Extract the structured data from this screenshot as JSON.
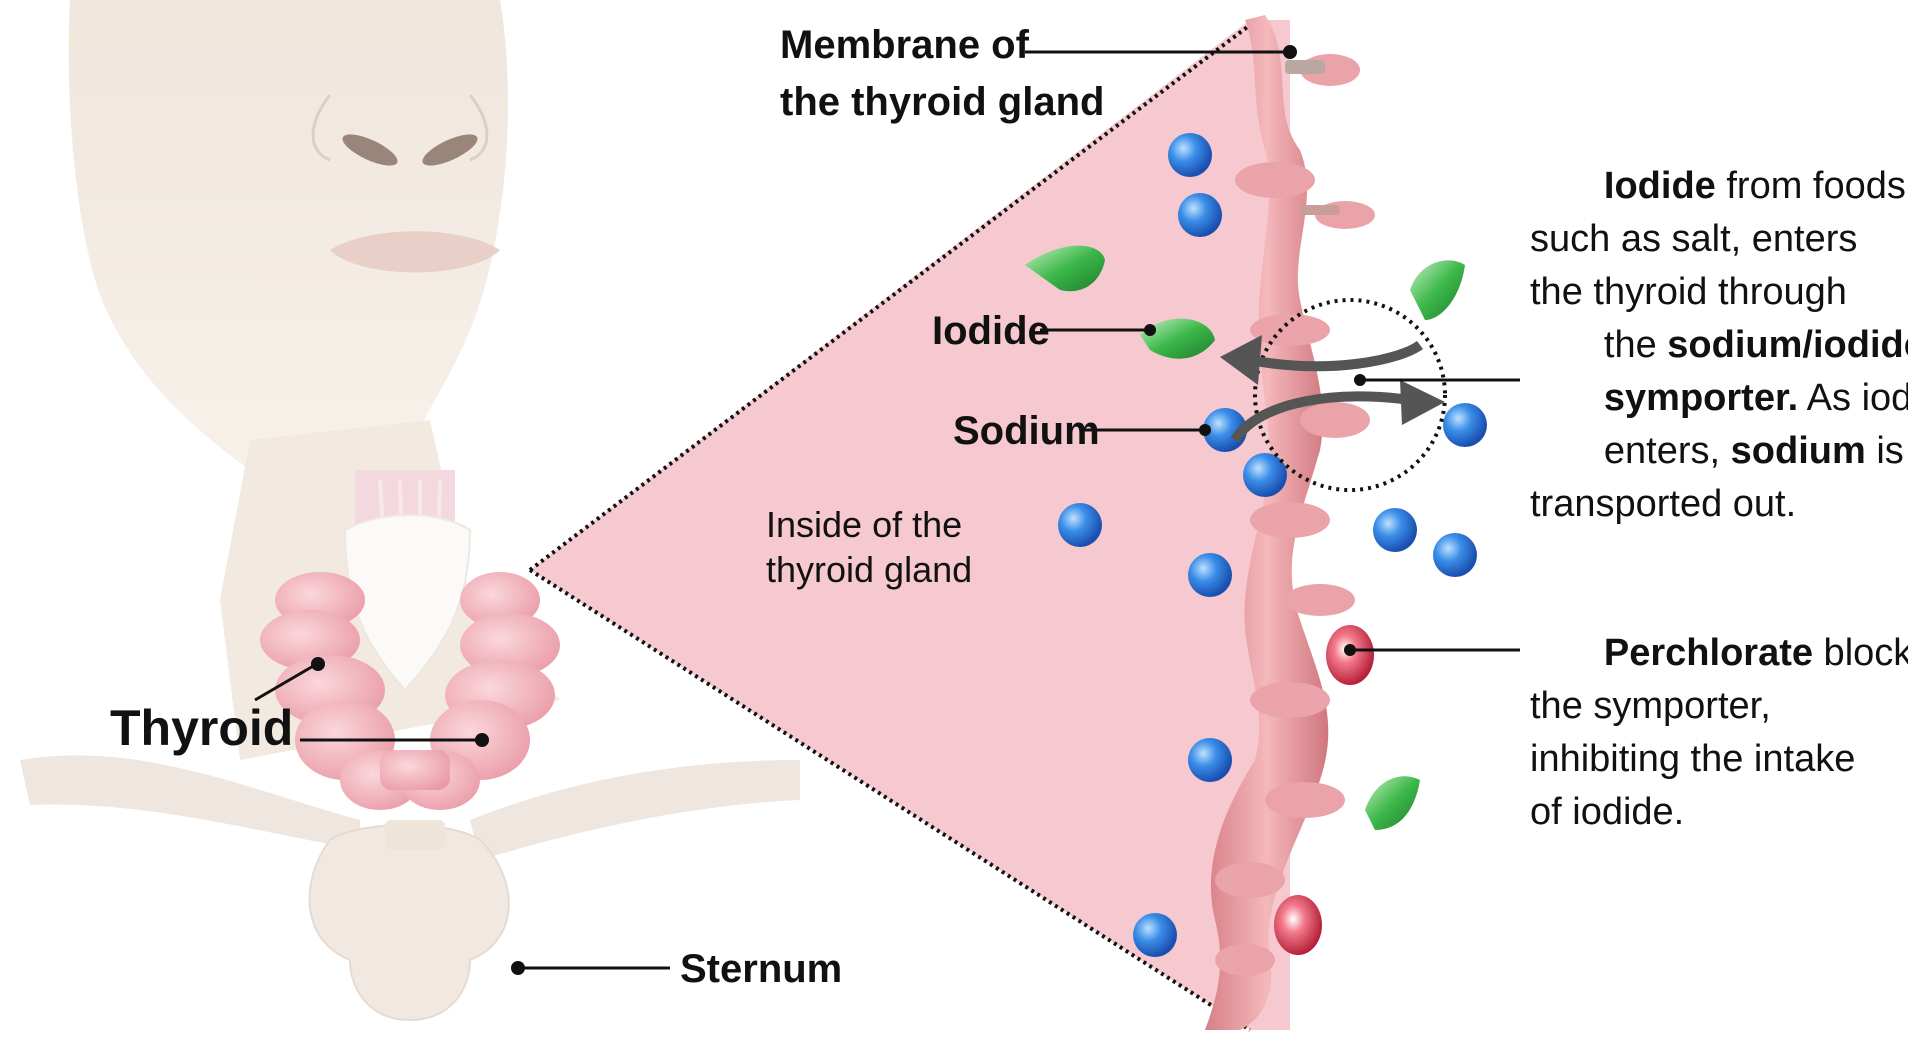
{
  "labels": {
    "membrane_line1": "Membrane of",
    "membrane_line2": "the thyroid gland",
    "iodide": "Iodide",
    "sodium": "Sodium",
    "inside_line1": "Inside of the",
    "inside_line2": "thyroid gland",
    "thyroid": "Thyroid",
    "sternum": "Sternum"
  },
  "description_iodide": {
    "l1_bold": "Iodide",
    "l1_rest": " from foods,",
    "l2": "such as salt, enters",
    "l3": "the thyroid through",
    "l4_pre": "the ",
    "l4_bold": "sodium/iodide",
    "l5_bold": "symporter.",
    "l5_rest": " As iodide",
    "l6_pre": "enters, ",
    "l6_bold": "sodium",
    "l6_rest": " is",
    "l7": "transported out."
  },
  "description_perchlorate": {
    "l1_bold": "Perchlorate",
    "l1_rest": " blocks",
    "l2": "the symporter,",
    "l3": "inhibiting the intake",
    "l4": "of iodide."
  },
  "colors": {
    "sodium_ion": "#2f7fe0",
    "iodide_ion": "#3cb84a",
    "perchlorate": "#d9364e",
    "gland_interior": "#f6c9d0",
    "membrane": "#e69a9f"
  }
}
